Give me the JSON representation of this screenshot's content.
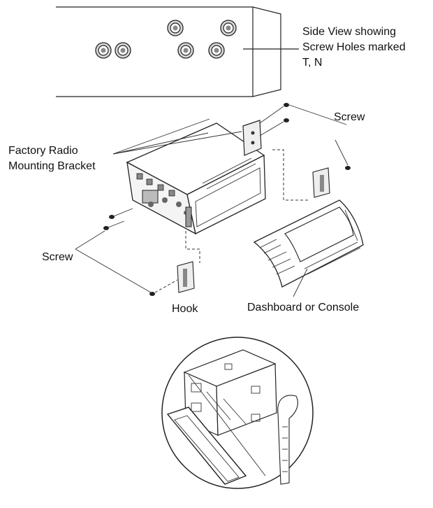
{
  "labels": {
    "side_view_line1": "Side View showing",
    "side_view_line2": "Screw Holes marked",
    "side_view_line3": "T, N",
    "screw_top": "Screw",
    "factory_line1": "Factory Radio",
    "factory_line2": "Mounting Bracket",
    "screw_left": "Screw",
    "hook": "Hook",
    "dashboard": "Dashboard or Console"
  },
  "colors": {
    "line": "#222222",
    "fill_gray": "#9a9a9a",
    "background": "#ffffff"
  }
}
